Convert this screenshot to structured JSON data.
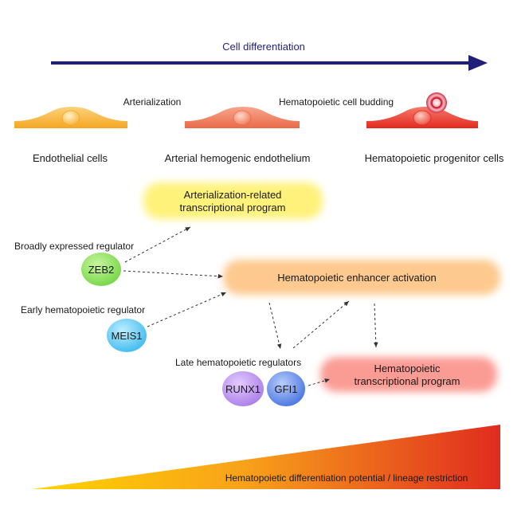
{
  "axis": {
    "label": "Cell differentiation",
    "color": "#1f1f7a"
  },
  "transitions": {
    "arterialization": "Arterialization",
    "budding": "Hematopoietic cell budding"
  },
  "cells": {
    "endothelial": "Endothelial cells",
    "arterial_he": "Arterial hemogenic endothelium",
    "progenitor": "Hematopoietic progenitor cells"
  },
  "programs": {
    "arterialization_line1": "Arterialization-related",
    "arterialization_line2": "transcriptional program",
    "enhancer": "Hematopoietic enhancer activation",
    "hematopoietic_line1": "Hematopoietic",
    "hematopoietic_line2": "transcriptional program"
  },
  "regulators": {
    "broad_label": "Broadly expressed regulator",
    "early_label": "Early hematopoietic regulator",
    "late_label": "Late hematopoietic regulators",
    "zeb2": "ZEB2",
    "meis1": "MEIS1",
    "runx1": "RUNX1",
    "gfi1": "GFI1"
  },
  "gradient": {
    "label": "Hematopoietic differentiation potential / lineage restriction",
    "start_color": "#ffd400",
    "end_color": "#e02b1f"
  },
  "colors": {
    "endothelial_cell": "#f7b23b",
    "arterial_cell": "#ef7a5a",
    "progenitor_cell": "#e8362a",
    "zeb2": "#86e05a",
    "meis1": "#5fc8f2",
    "runx1": "#b88ae8",
    "gfi1": "#5a82e6"
  }
}
